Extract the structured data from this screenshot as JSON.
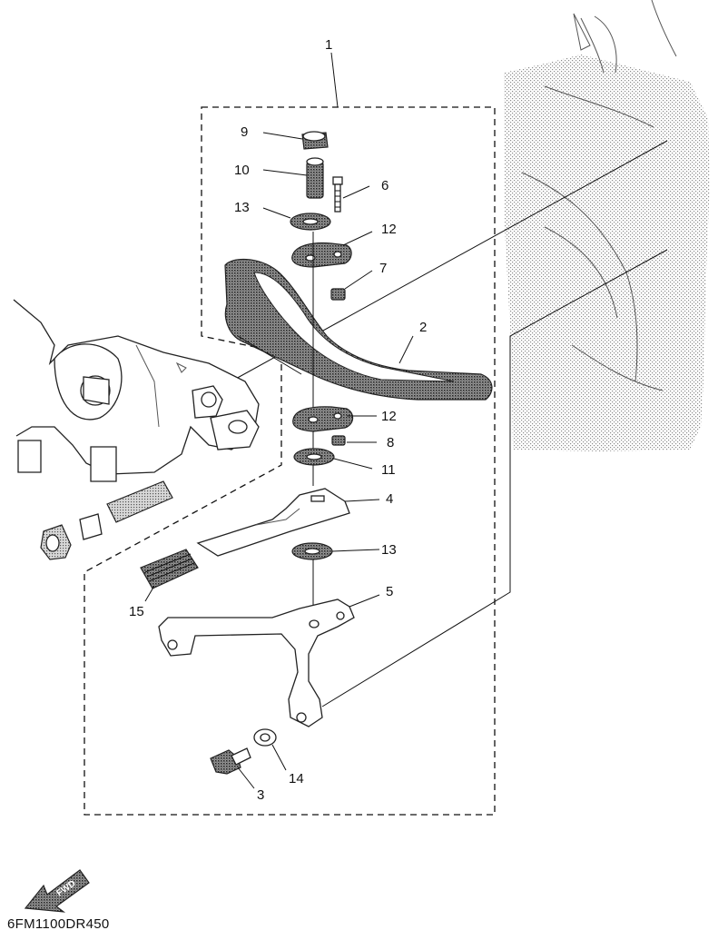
{
  "diagram": {
    "drawing_code": "6FM1100DR450",
    "forward_label": "FWD",
    "callouts": {
      "c1": "1",
      "c2": "2",
      "c3": "3",
      "c4": "4",
      "c5": "5",
      "c6": "6",
      "c7": "7",
      "c8": "8",
      "c9": "9",
      "c10": "10",
      "c11": "11",
      "c12a": "12",
      "c12b": "12",
      "c13a": "13",
      "c13b": "13",
      "c14": "14",
      "c15": "15"
    }
  }
}
